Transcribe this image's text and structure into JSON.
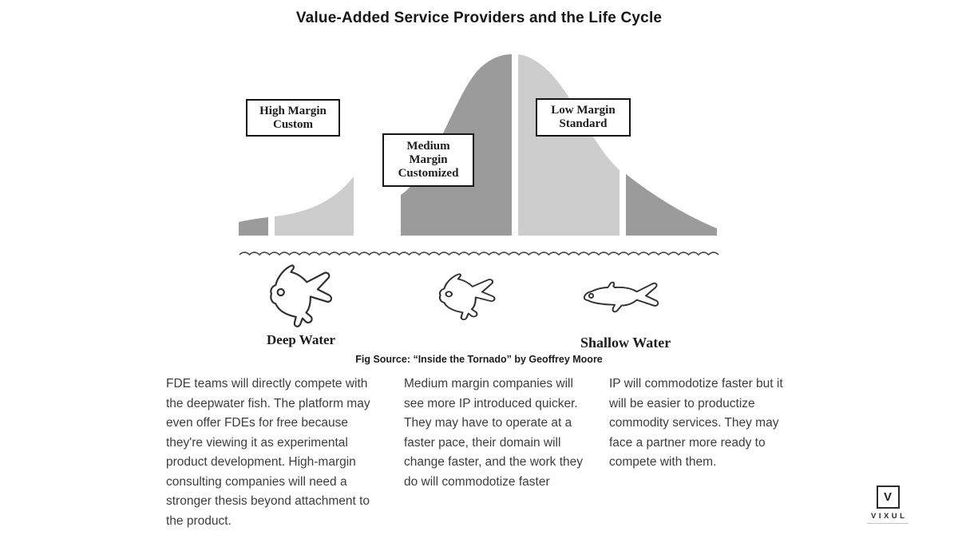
{
  "title": "Value-Added Service Providers and the Life Cycle",
  "diagram": {
    "boxes": [
      {
        "id": "high-margin-custom",
        "lines": [
          "High Margin",
          "Custom"
        ]
      },
      {
        "id": "medium-margin-customized",
        "lines": [
          "Medium",
          "Margin",
          "Customized"
        ]
      },
      {
        "id": "low-margin-standard",
        "lines": [
          "Low Margin",
          "Standard"
        ]
      }
    ],
    "water_labels": {
      "deep": "Deep Water",
      "shallow": "Shallow Water"
    },
    "fig_source": "Fig Source: “Inside the Tornado” by Geoffrey Moore",
    "segments": [
      {
        "name": "left-tail-stub",
        "shade": "dark"
      },
      {
        "name": "early-market-wedge",
        "shade": "light"
      },
      {
        "name": "bell-left-half",
        "shade": "dark"
      },
      {
        "name": "bell-right-half",
        "shade": "light"
      },
      {
        "name": "right-tail",
        "shade": "dark"
      }
    ]
  },
  "columns": [
    {
      "text": "FDE teams will directly compete with the deepwater fish. The platform may even offer FDEs for free because they're viewing it as experimental product development. High-margin consulting companies will need a stronger thesis beyond attachment to the product."
    },
    {
      "text": "Medium margin companies will see more IP introduced quicker. They may have to operate at a faster pace, their domain will change faster, and the work they do will commodotize faster"
    },
    {
      "text": "IP will commodotize faster but it will be easier to productize commodity services. They may face a partner more ready to compete with them."
    }
  ],
  "logo": {
    "letter": "V",
    "name": "VIXUL"
  },
  "colors": {
    "dark_segment": "#9b9b9b",
    "light_segment": "#cdcdcd",
    "outline": "#2f2f2f",
    "body_text": "#3d3d3d"
  }
}
